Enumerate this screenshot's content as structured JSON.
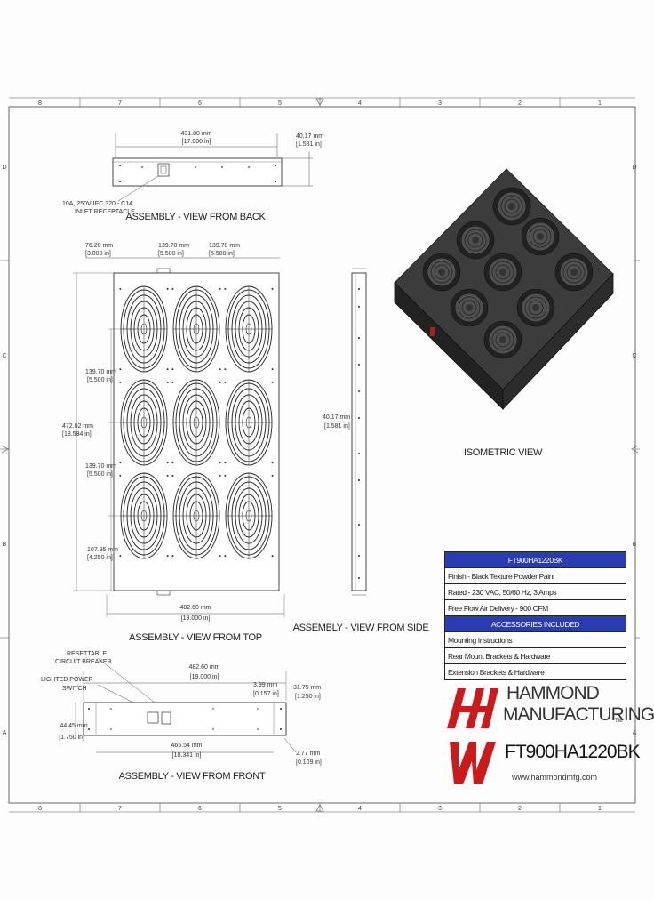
{
  "border": {
    "cols_top": [
      "8",
      "7",
      "6",
      "5",
      "4",
      "3",
      "2",
      "1"
    ],
    "cols_bottom": [
      "8",
      "7",
      "6",
      "5",
      "4",
      "3",
      "2",
      "1"
    ],
    "rows_left": [
      "D",
      "C",
      "B",
      "A"
    ],
    "rows_right": [
      "D",
      "C",
      "B",
      "A"
    ]
  },
  "back_view": {
    "title": "ASSEMBLY - VIEW FROM BACK",
    "width_dim": "431.80 mm",
    "width_dim_in": "[17.000 in]",
    "height_dim": "40.17 mm",
    "height_dim_in": "[1.581 in]",
    "inlet_note_1": "10A, 250V IEC 320 - C14",
    "inlet_note_2": "INLET RECEPTACLE"
  },
  "top_view": {
    "title": "ASSEMBLY - VIEW FROM TOP",
    "dim_left_offset": "76.20 mm",
    "dim_left_offset_in": "[3.000 in]",
    "dim_pitch_1": "139.70 mm",
    "dim_pitch_1_in": "[5.500 in]",
    "dim_pitch_2": "139.70 mm",
    "dim_pitch_2_in": "[5.500 in]",
    "dim_v_pitch_1": "139.70 mm",
    "dim_v_pitch_1_in": "[5.500 in]",
    "dim_v_pitch_2": "139.70 mm",
    "dim_v_pitch_2_in": "[5.500 in]",
    "dim_depth": "472.02 mm",
    "dim_depth_in": "[18.584 in]",
    "dim_bottom_offset": "107.95 mm",
    "dim_bottom_offset_in": "[4.250 in]",
    "dim_width": "482.60 mm",
    "dim_width_in": "[19.000 in]"
  },
  "side_view": {
    "title": "ASSEMBLY - VIEW FROM SIDE",
    "dim_height": "40.17 mm",
    "dim_height_in": "[1.581 in]"
  },
  "isometric": {
    "title": "ISOMETRIC VIEW"
  },
  "front_view": {
    "title": "ASSEMBLY - VIEW FROM FRONT",
    "note_breaker_1": "RESETTABLE",
    "note_breaker_2": "CIRCUIT BREAKER",
    "note_switch_1": "LIGHTED POWER",
    "note_switch_2": "SWITCH",
    "dim_width": "482.60 mm",
    "dim_width_in": "[19.000 in]",
    "dim_ear": "3.99 mm",
    "dim_ear_in": "[0.157 in]",
    "dim_hole": "31.75 mm",
    "dim_hole_in": "[1.250 in]",
    "dim_height": "44.45 mm",
    "dim_height_in": "[1.750 in]",
    "dim_body": "465.54 mm",
    "dim_body_in": "[18.341 in]",
    "dim_slot": "2.77 mm",
    "dim_slot_in": "[0.109 in]"
  },
  "specs": {
    "part_number_header": "FT900HA1220BK",
    "finish": "Finish - Black Texture Powder Paint",
    "rated": "Rated - 230 VAC, 50/60 Hz, 3 Amps",
    "airflow": "Free Flow Air Delivery - 900 CFM",
    "accessories_header": "ACCESSORIES INCLUDED",
    "acc_1": "Mounting Instructions",
    "acc_2": "Rear Mount Brackets & Hardware",
    "acc_3": "Extension Brackets & Hardware"
  },
  "brand": {
    "name_1": "HAMMOND",
    "name_2": "MANUFACTURING",
    "tm": "TM",
    "part_number": "FT900HA1220BK",
    "url": "www.hammondmfg.com",
    "logo_color": "#cc1a1a"
  },
  "colors": {
    "line": "#333333",
    "table_header": "#2a3bb5",
    "logo_red": "#cc1a1a"
  }
}
